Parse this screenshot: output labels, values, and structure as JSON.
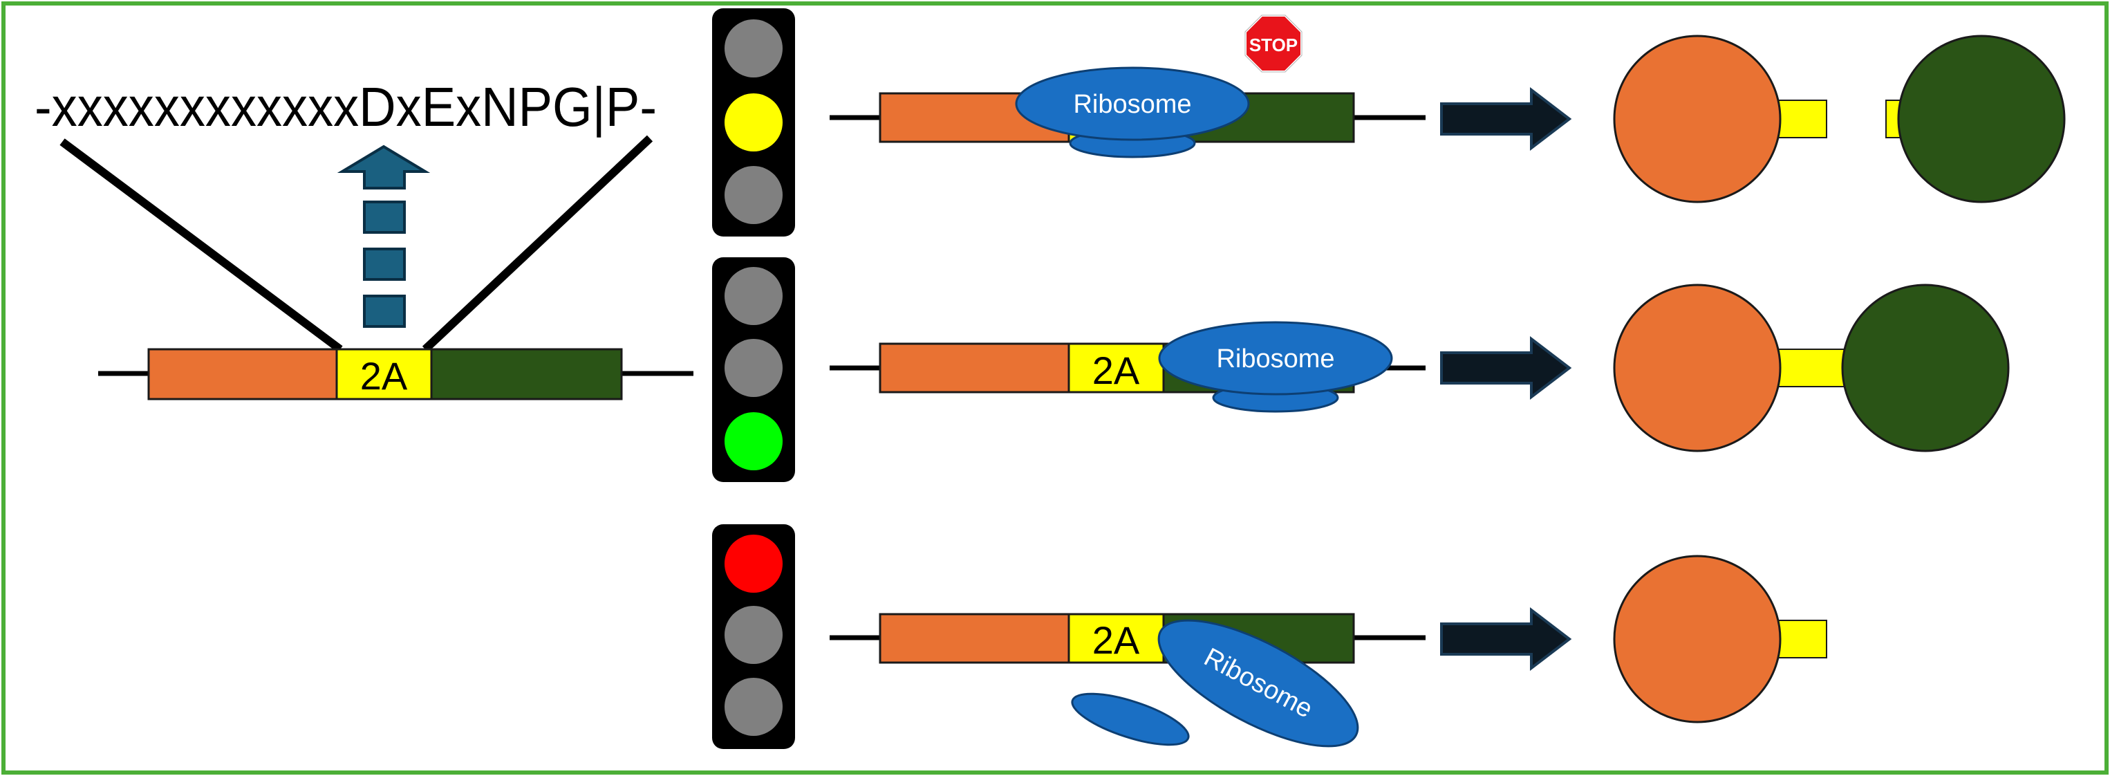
{
  "sequence_text": "-xxxxxxxxxxxxDxExNPG|P-",
  "element_label": "2A",
  "ribosome_label": "Ribosome",
  "stop_sign_text": "STOP",
  "scenarios": [
    {
      "signal": "yellow",
      "outcome": "separate proteins (stop-carry on)"
    },
    {
      "signal": "green",
      "outcome": "fused protein (read-through)"
    },
    {
      "signal": "red",
      "outcome": "upstream protein only (ribosome drop-off)"
    }
  ],
  "colors": {
    "frame_border": "#4caf37",
    "upstream_gene": "#e97233",
    "downstream_gene": "#2a5416",
    "linker_2a": "#ffff00",
    "ribosome": "#1a6fc4",
    "pathway_arrow": "#1a6080",
    "light_off": "#808080",
    "light_yellow": "#ffff00",
    "light_green": "#00ff00",
    "light_red": "#ff0000",
    "stop_sign": "#e8141b",
    "result_arrow": "#0c1822"
  },
  "icons": {
    "pathway_arrow": "dashed-up-arrow-icon",
    "traffic_light": "traffic-light-icon",
    "stop_sign": "stop-sign-icon",
    "result_arrow": "right-arrow-icon",
    "ribosome": "ribosome-icon"
  }
}
